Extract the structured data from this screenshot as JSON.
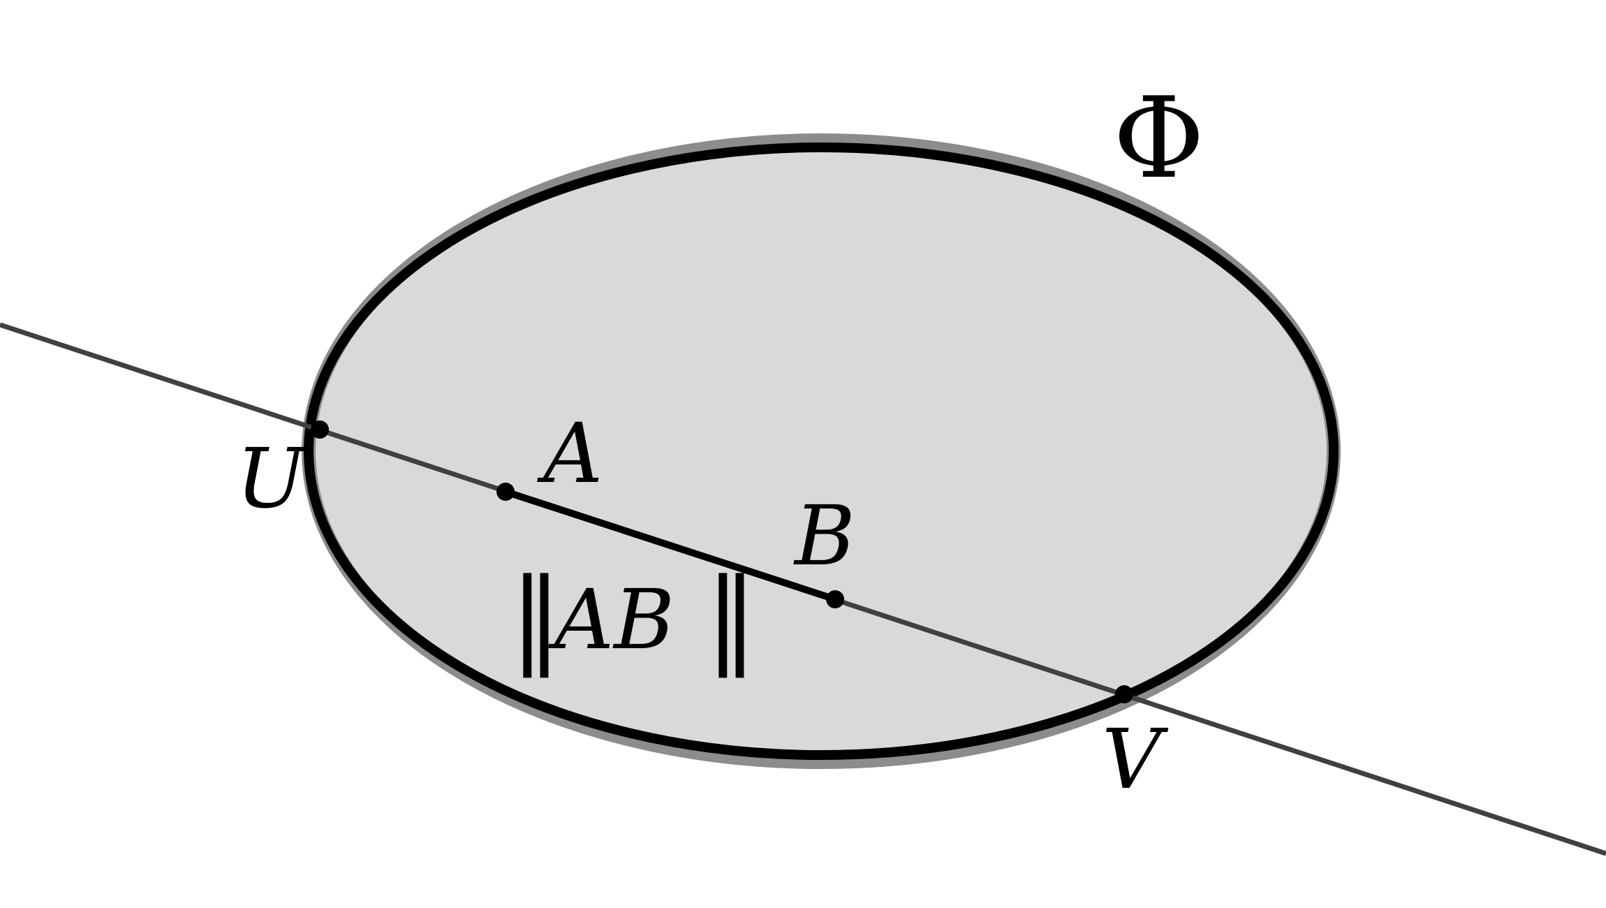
{
  "labels": {
    "domain": "Φ",
    "point_u": "U",
    "point_a": "A",
    "point_b": "B",
    "point_v": "V",
    "norm_open": "‖",
    "norm_body": "AB",
    "norm_close": "‖"
  },
  "colors": {
    "region_fill": "#d9d9d9",
    "boundary": "#000000",
    "line": "#404040",
    "points": "#000000"
  }
}
